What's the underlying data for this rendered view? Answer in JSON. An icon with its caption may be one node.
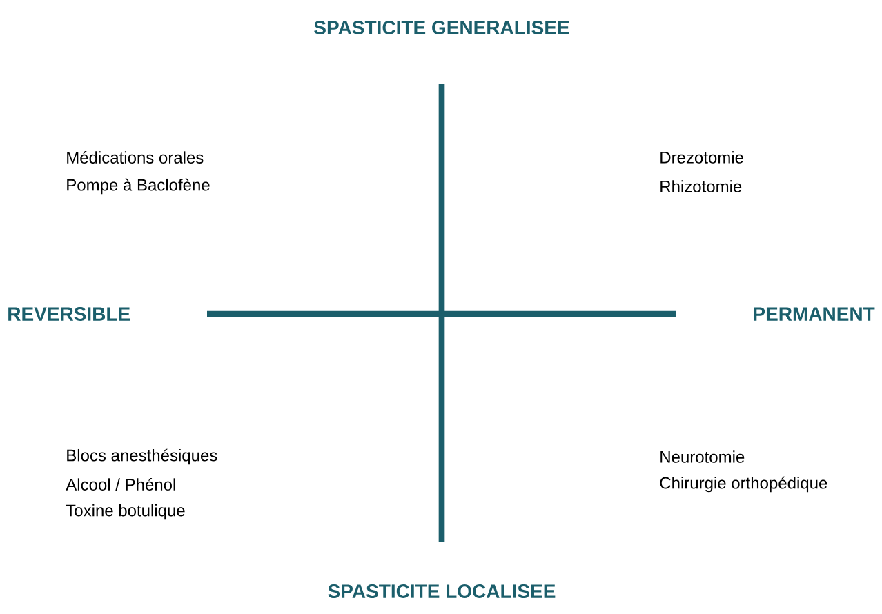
{
  "diagram": {
    "labels": [
      "SPASTICITE GENERALISEE",
      "Médications orales",
      "Pompe à Baclofène",
      "Drezotomie",
      "Rhizotomie",
      "REVERSIBLE",
      "PERMANENT",
      "Blocs anesthésiques",
      "Alcool / Phénol",
      "Toxine botulique",
      "Neurotomie",
      "Chirurgie orthopédique",
      "SPASTICITE LOCALISEE"
    ]
  }
}
